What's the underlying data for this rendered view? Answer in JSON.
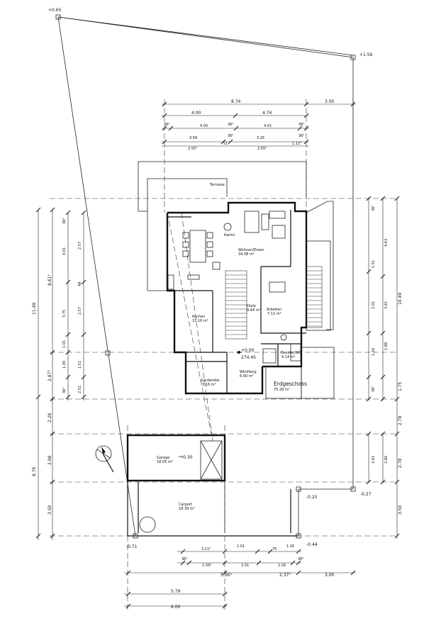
{
  "points": {
    "p1": "+0.65",
    "p2": "+1.56",
    "p3": "-0.27",
    "p4": "-0.25",
    "p5": "-0.44",
    "p6": "-0.71",
    "p7": "+0.00",
    "p8": "274.45",
    "p9": "-0.30"
  },
  "rooms": {
    "terrasse": "Terrasse",
    "wohnen": "Wohnen/Essen",
    "wohnen_area": "34.08 m²",
    "kamin": "Kamin",
    "kochen": "Kochen",
    "kochen_area": "15.16 m²",
    "diele": "Diele",
    "diele_area": "9.44 m²",
    "arbeiten": "Arbeiten",
    "arbeiten_area": "7.11 m²",
    "dusche": "Dusche/WC",
    "dusche_area": "4.14 m²",
    "garderobe": "Garderobe",
    "garderobe_area": "3.16 m²",
    "windfang": "Windfang",
    "windfang_area": "6.60 m²",
    "erdgeschoss": "Erdgeschoss",
    "erdgeschoss_area": "75.29 m²",
    "garage": "Garage",
    "garage_area": "18.05 m²",
    "carport": "Carport",
    "carport_area": "18.39 m²"
  },
  "dims": {
    "top_874": "8.74",
    "top_300": "3.00",
    "top_400": "4.00",
    "top_474": "4.74",
    "top_36a": "36⁵",
    "top_400b": "4.00",
    "top_36b": "36⁵",
    "top_401": "4.01",
    "top_36c": "36⁵",
    "top_358": "3.58",
    "top_36d": "36⁵",
    "top_326": "3.26",
    "top_36e": "36⁵",
    "top_255a": "2.55⁵",
    "top_51": "51",
    "top_255b": "2.55⁵",
    "top_111": "1.11⁵",
    "left_1149": "11.49",
    "left_861": "8.61⁵",
    "left_287": "2.87⁵",
    "left_228": "2.28",
    "left_876": "8.76",
    "left_298": "2.98",
    "left_350": "3.50",
    "left_a1": "36⁵",
    "left_a2": "4.01",
    "left_a3": "3.75",
    "left_a4": "1.01",
    "left_a5": "1.00",
    "left_a6": "36⁵",
    "left_a7": "2.57",
    "left_a8": "49",
    "left_a9": "2.57",
    "left_a10": "1.51",
    "left_a11": "2.51",
    "right_1049": "10.49",
    "right_278a": "2.78",
    "right_278b": "2.78",
    "right_350": "3.50",
    "right_175": "1.75",
    "right_a1": "36⁵",
    "right_a2": "1.51",
    "right_a3": "4.63",
    "right_a4": "2.01",
    "right_a5": "3.61",
    "right_a6": "1.88",
    "right_a7": "1.26",
    "right_a8": "2.61",
    "right_a9": "2.86",
    "right_a10": "36⁵",
    "bot_311": "3.11⁵",
    "bot_101": "1.01",
    "bot_75": "75",
    "bot_126": "1.26",
    "bot_36a": "36⁵",
    "bot_239": "2.39⁵",
    "bot_201": "2.01",
    "bot_226": "2.26",
    "bot_36b": "36⁵",
    "bot_536": "5.36⁵",
    "bot_237": "2.37⁵",
    "bot_300": "3.00",
    "bot_579": "5.79",
    "bot_600": "6.00"
  }
}
